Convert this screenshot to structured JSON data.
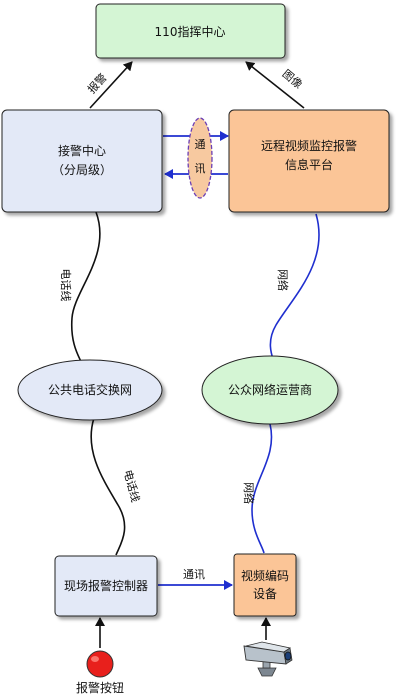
{
  "nodes": {
    "command_center": {
      "label": "110指挥中心",
      "fill": "#d4f5d4"
    },
    "receiving_center": {
      "line1": "接警中心",
      "line2": "（分局级）",
      "fill": "#e3e9f7"
    },
    "remote_platform": {
      "line1": "远程视频监控报警",
      "line2": "信息平台",
      "fill": "#fbc597"
    },
    "telephone_network": {
      "label": "公共电话交换网",
      "fill": "#e3e9f7"
    },
    "public_operator": {
      "label": "公众网络运营商",
      "fill": "#d4f5d4"
    },
    "site_controller": {
      "label": "现场报警控制器",
      "fill": "#e3e9f7"
    },
    "video_encoder": {
      "line1": "视频编码",
      "line2": "设备",
      "fill": "#fbc597"
    },
    "alarm_button": {
      "label": "报警按钮",
      "fill": "#e8201c"
    }
  },
  "edges": {
    "report_alarm": "报警",
    "image": "图像",
    "comm_oval_top": "通",
    "comm_oval_bottom": "讯",
    "phone_line_upper": "电话线",
    "network_upper": "网络",
    "phone_line_lower": "电话线",
    "network_lower": "网络",
    "comm_lower": "通讯"
  },
  "colors": {
    "blue_link": "#1f2fcf",
    "black_link": "#111111",
    "oval_fill": "#f7c9a0",
    "oval_stroke": "#6b3fb5"
  }
}
